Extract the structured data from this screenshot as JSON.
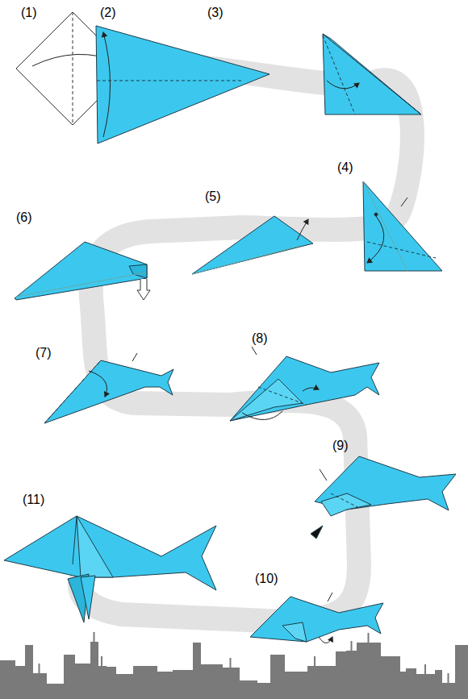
{
  "diagram": {
    "labels": [
      "(1)",
      "(2)",
      "(3)",
      "(4)",
      "(5)",
      "(6)",
      "(7)",
      "(8)",
      "(9)",
      "(10)",
      "(11)"
    ]
  }
}
